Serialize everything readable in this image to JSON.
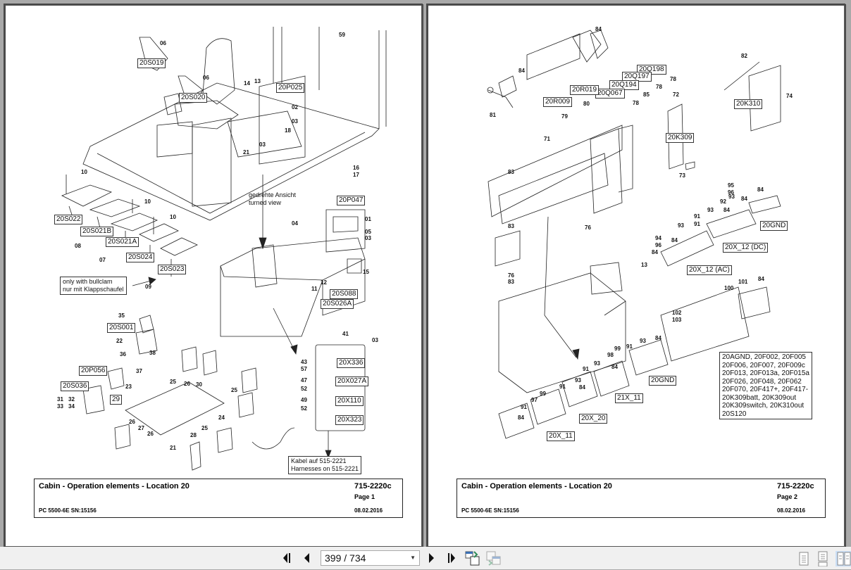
{
  "document": {
    "pages": [
      {
        "title": "Cabin - Operation elements - Location 20",
        "doc_number": "715-2220c",
        "page_label": "Page 1",
        "model": "PC 5500-6E SN:15156",
        "date": "08.02.2016",
        "callouts": {
          "n06a": "06",
          "n06b": "06",
          "s019": "20S019",
          "s020": "20S020",
          "n59": "59",
          "n14": "14",
          "n13": "13",
          "p025": "20P025",
          "n02": "02",
          "n03a": "03",
          "n18": "18",
          "n03b": "03",
          "n21a": "21",
          "n10a": "10",
          "n10b": "10",
          "n10c": "10",
          "s022": "20S022",
          "s021b": "20S021B",
          "s021a": "20S021A",
          "n08": "08",
          "n07": "07",
          "s024": "20S024",
          "s023": "20S023",
          "n09": "09",
          "n16": "16",
          "n17": "17",
          "p047": "20P047",
          "n04": "04",
          "n01": "01",
          "n05": "05",
          "n03c": "03",
          "n15": "15",
          "n12": "12",
          "n11": "11",
          "s088": "20S088",
          "s026a": "20S026A",
          "n35": "35",
          "s001": "20S001",
          "n22": "22",
          "n36": "36",
          "n38": "38",
          "n37": "37",
          "p056": "20P056",
          "s036": "20S036",
          "n23": "23",
          "n31": "31",
          "n32": "32",
          "n33": "33",
          "n34": "34",
          "n29": "29",
          "n25a": "25",
          "n26a": "26",
          "n30": "30",
          "n25b": "25",
          "n24": "24",
          "n26b": "26",
          "n27": "27",
          "n26c": "26",
          "n28": "28",
          "n25c": "25",
          "n21b": "21",
          "n41": "41",
          "n03d": "03",
          "n43": "43",
          "n57": "57",
          "x336": "20X336",
          "n47": "47",
          "n52a": "52",
          "x027a": "20X027A",
          "n49": "49",
          "n52b": "52",
          "x110": "20X110",
          "x323": "20X323"
        },
        "notes": {
          "turned_view": [
            "gedrehte Ansicht",
            "turned view"
          ],
          "bullclam": [
            "only with bullclam",
            "nur mit Klappschaufel"
          ],
          "harness": [
            "Kabel  auf 515-2221",
            "Harnesses on 515-2221"
          ]
        }
      },
      {
        "title": "Cabin - Operation elements - Location 20",
        "doc_number": "715-2220c",
        "page_label": "Page 2",
        "model": "PC 5500-6E SN:15156",
        "date": "08.02.2016",
        "callouts": {
          "n84a": "84",
          "q198": "20Q198",
          "n78a": "78",
          "q197": "20Q197",
          "n78b": "78",
          "q194": "20Q194",
          "n85": "85",
          "q067": "20Q067",
          "n78c": "78",
          "n84b": "84",
          "r019": "20R019",
          "n80": "80",
          "r009": "20R009",
          "n79": "79",
          "n81": "81",
          "n82": "82",
          "n74": "74",
          "k310": "20K310",
          "n72": "72",
          "k309": "20K309",
          "n73": "73",
          "n71": "71",
          "n83a": "83",
          "n83b": "83",
          "n76a": "76",
          "n76b": "76",
          "n83c": "83",
          "n95": "95",
          "n96a": "96",
          "n84c": "84",
          "n93a": "93",
          "n92": "92",
          "n84d": "84",
          "n93b": "93",
          "n91a": "91",
          "n84e": "84",
          "gnd1": "20GND",
          "x12dc": "20X_12 (DC)",
          "n94": "94",
          "n96b": "96",
          "n84f": "84",
          "n91b": "91",
          "n93c": "93",
          "n84g": "84",
          "n13": "13",
          "x12ac": "20X_12 (AC)",
          "n101": "101",
          "n84h": "84",
          "n100": "100",
          "n102": "102",
          "n103": "103",
          "n93d": "93",
          "n84i": "84",
          "n91c": "91",
          "n99a": "99",
          "n98": "98",
          "gnd2": "20GND",
          "n93e": "93",
          "n91d": "91",
          "n84j": "84",
          "x21_11": "21X_11",
          "n93f": "93",
          "n91e": "91",
          "n84k": "84",
          "x20_20": "20X_20",
          "n99b": "99",
          "n97": "97",
          "n91f": "91",
          "n84l": "84",
          "x20_11": "20X_11"
        },
        "fuse_list": [
          "20AGND, 20F002, 20F005",
          "20F006, 20F007, 20F009c",
          "20F013, 20F013a, 20F015a",
          "20F026, 20F048, 20F062",
          "20F070, 20F417+, 20F417-",
          "20K309batt, 20K309out",
          "20K309switch, 20K310out",
          "20S120"
        ]
      }
    ]
  },
  "toolbar": {
    "page_indicator": "399 / 734",
    "buttons": {
      "first": "first-page",
      "prev": "previous-page",
      "next": "next-page",
      "last": "last-page",
      "go_back": "previous-view",
      "go_forward": "next-view"
    },
    "view_modes": [
      "single-page",
      "continuous",
      "facing-pages"
    ],
    "active_view_mode": "facing-pages"
  },
  "colors": {
    "background": "#a9a9a9",
    "toolbar": "#f0f0f0",
    "active_view": "#cce0f7"
  }
}
